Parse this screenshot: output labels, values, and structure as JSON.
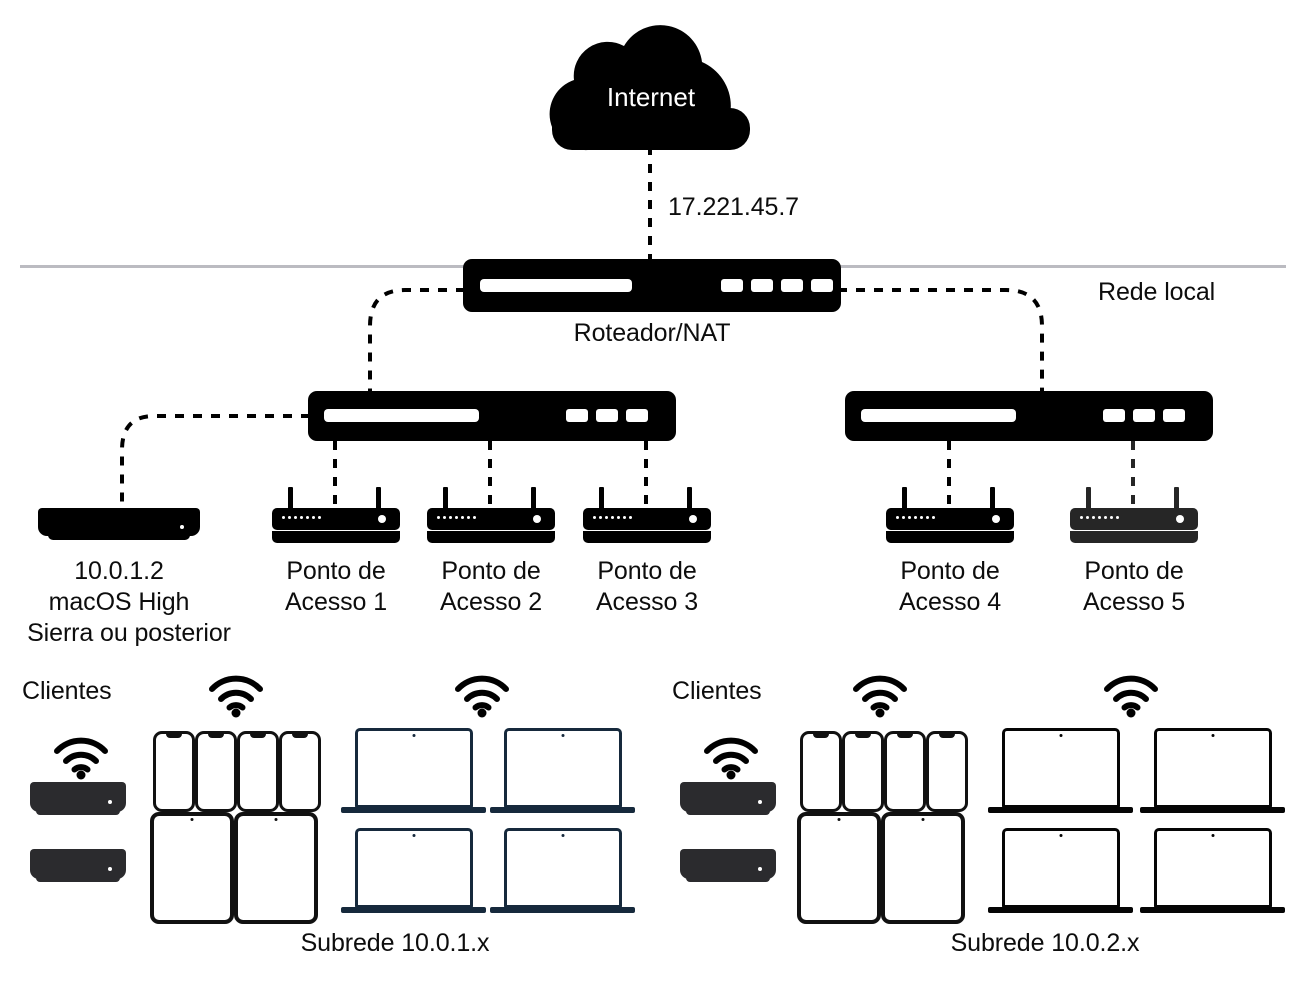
{
  "diagram": {
    "title_internet": "Internet",
    "wan_ip": "17.221.45.7",
    "router_label": "Roteador/NAT",
    "local_network_label": "Rede local",
    "server": {
      "ip": "10.0.1.2",
      "os_line1": "macOS High",
      "os_line2": "Sierra ou posterior"
    },
    "access_points": [
      {
        "line1": "Ponto de",
        "line2": "Acesso 1"
      },
      {
        "line1": "Ponto de",
        "line2": "Acesso 2"
      },
      {
        "line1": "Ponto de",
        "line2": "Acesso 3"
      },
      {
        "line1": "Ponto de",
        "line2": "Acesso 4"
      },
      {
        "line1": "Ponto de",
        "line2": "Acesso 5"
      }
    ],
    "client_groups": [
      {
        "clients_label": "Clientes",
        "subnet_label": "Subrede 10.0.1.x"
      },
      {
        "clients_label": "Clientes",
        "subnet_label": "Subrede 10.0.2.x"
      }
    ],
    "icons": {
      "cloud": "cloud-icon",
      "wifi": "wifi-icon",
      "router": "router-icon",
      "switch": "switch-icon",
      "access_point": "access-point-icon",
      "server": "mac-mini-icon",
      "phone": "iphone-icon",
      "tablet": "ipad-icon",
      "laptop": "macbook-icon"
    },
    "colors": {
      "device_black": "#000000",
      "device_gray": "#262626",
      "laptop_navy": "#16293c",
      "divider_gray": "#bbbbc1",
      "text": "#0d0d0d",
      "background": "#ffffff"
    }
  }
}
